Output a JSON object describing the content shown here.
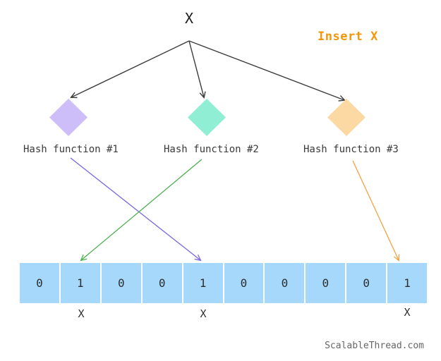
{
  "diagram": {
    "item_label": "X",
    "action_label": "Insert X",
    "action_color": "#F2960D",
    "arrow_black": "#3C3C3C",
    "watermark": "ScalableThread.com"
  },
  "hash_functions": [
    {
      "label": "Hash function #1",
      "diamond_color": "#CDBDF8",
      "arrow_color": "#7C64E0",
      "target_index": 4
    },
    {
      "label": "Hash function #2",
      "diamond_color": "#90EED4",
      "arrow_color": "#4CAF50",
      "target_index": 1
    },
    {
      "label": "Hash function #3",
      "diamond_color": "#FCD8A3",
      "arrow_color": "#F0A243",
      "target_index": 9
    }
  ],
  "bit_array": {
    "cell_color": "#A5D8FB",
    "cells": [
      "0",
      "1",
      "0",
      "0",
      "1",
      "0",
      "0",
      "0",
      "0",
      "1"
    ],
    "marked_indices": [
      1,
      4,
      9
    ],
    "mark_label": "X"
  }
}
